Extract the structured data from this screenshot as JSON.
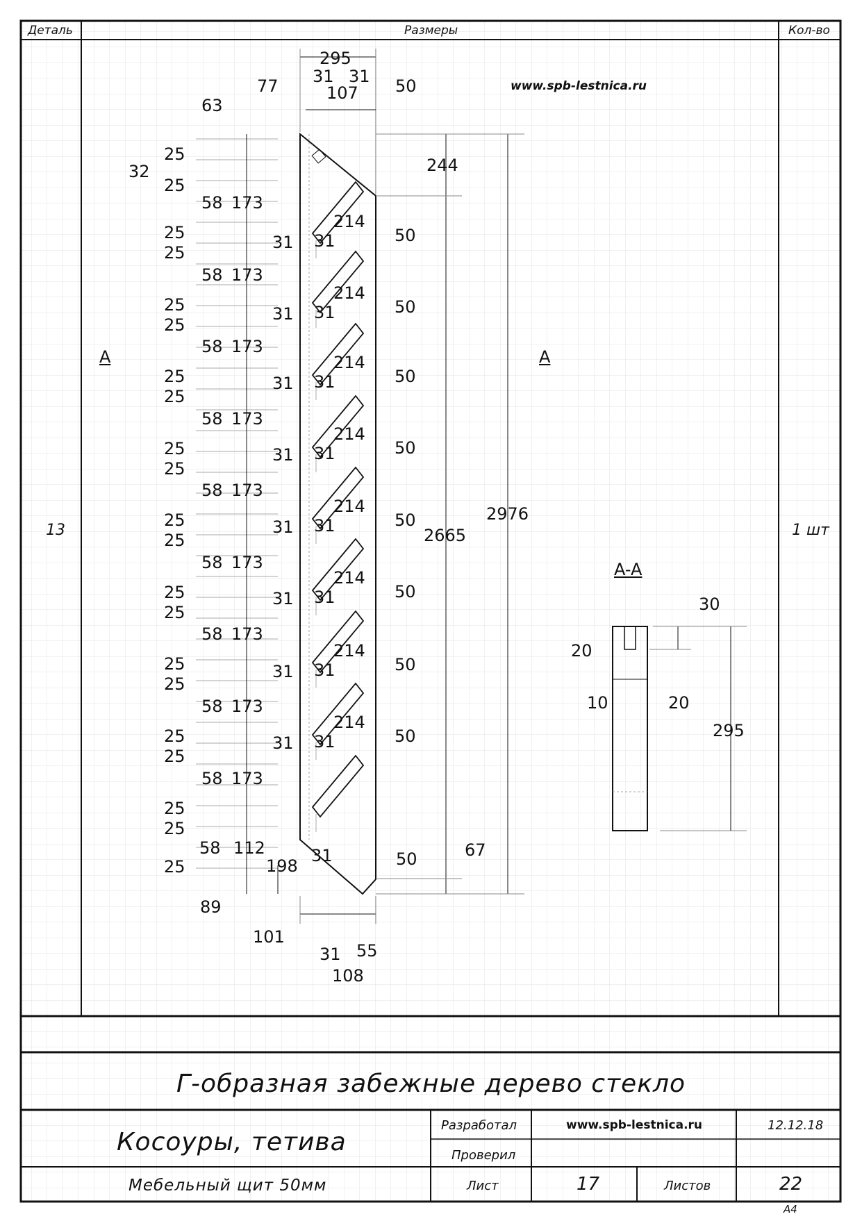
{
  "header": {
    "col_detail": "Деталь",
    "col_sizes": "Размеры",
    "col_qty": "Кол-во"
  },
  "row": {
    "detail_no": "13",
    "qty": "1 шт"
  },
  "drawing": {
    "watermark": "www.spb-lestnica.ru",
    "section_mark": "A",
    "section_title": "A-A",
    "top_dims": [
      "295",
      "31",
      "31",
      "107",
      "77",
      "50",
      "63"
    ],
    "left_dims": {
      "first_25": "25",
      "first_32": "32",
      "first_25b": "25",
      "rep_25": "25",
      "rep_58": "58",
      "rep_173": "173",
      "rep_31": "31",
      "rep_214": "214",
      "rep_50": "50"
    },
    "overall": {
      "d244": "244",
      "d2665": "2665",
      "d2976": "2976",
      "d67": "67"
    },
    "bottom_dims": [
      "58",
      "112",
      "198",
      "25",
      "89",
      "31",
      "50",
      "101",
      "31",
      "55",
      "108"
    ],
    "section_dims": {
      "d30": "30",
      "d20a": "20",
      "d10": "10",
      "d20b": "20",
      "d295": "295"
    }
  },
  "title_block": {
    "title": "Г-образная забежные дерево стекло",
    "part_name": "Косоуры, тетива",
    "material": "Мебельный щит 50мм",
    "developed_label": "Разработал",
    "developed_value": "www.spb-lestnica.ru",
    "date": "12.12.18",
    "checked_label": "Проверил",
    "sheet_label": "Лист",
    "sheet_value": "17",
    "sheets_label": "Листов",
    "sheets_value": "22",
    "format": "А4"
  }
}
